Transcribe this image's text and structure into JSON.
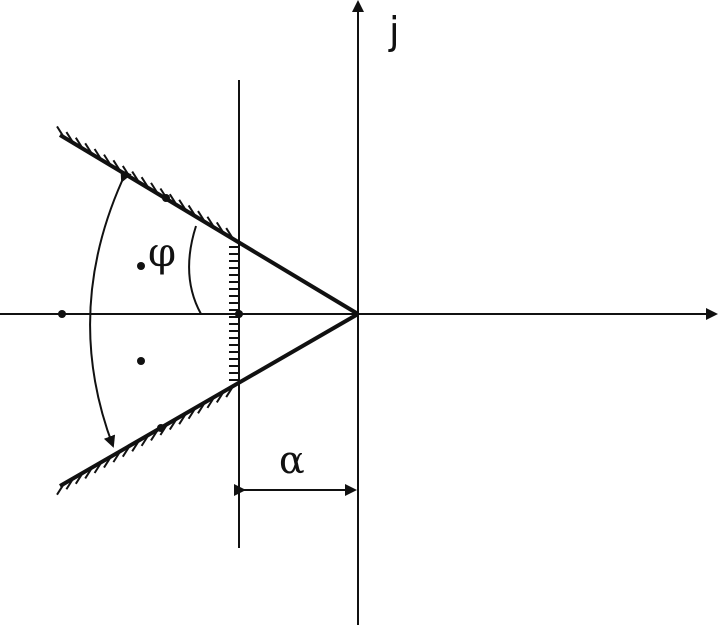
{
  "labels": {
    "imag_axis": "j",
    "angle": "φ",
    "offset": "α"
  },
  "colors": {
    "stroke": "#111111",
    "background": "#ffffff"
  }
}
